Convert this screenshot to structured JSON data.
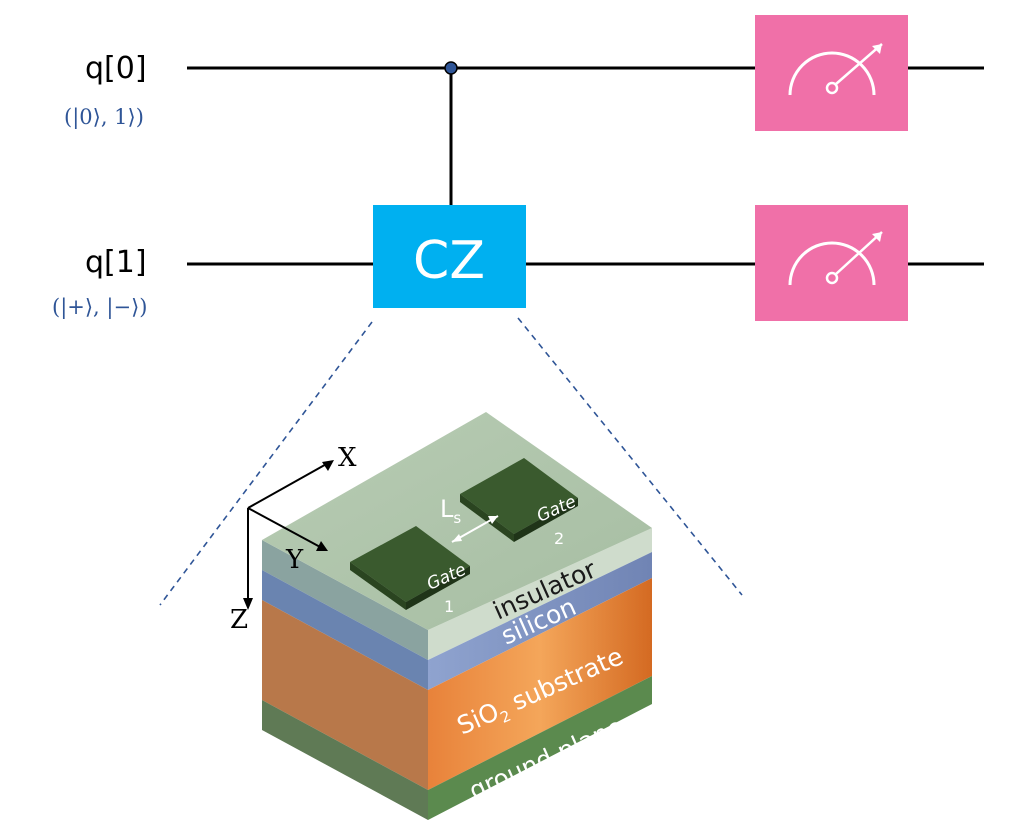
{
  "circuit": {
    "qubits": [
      {
        "label": "q[0]",
        "basis": "(|0⟩, 1⟩)"
      },
      {
        "label": "q[1]",
        "basis": "(|+⟩, |−⟩)"
      }
    ],
    "gate": {
      "label": "CZ",
      "color": "#00b0f0"
    },
    "measurement_color": "#f070a8",
    "wire_color": "#000000",
    "control_dot_color": "#2f5597",
    "zoom_line_color": "#2f5597"
  },
  "device": {
    "axes": {
      "x": "X",
      "y": "Y",
      "z": "Z"
    },
    "gates": [
      {
        "label": "Gate",
        "number": "1"
      },
      {
        "label": "Gate",
        "number": "2"
      }
    ],
    "separation": {
      "symbol": "L",
      "subscript": "s"
    },
    "layers": [
      {
        "label": "insulator",
        "color": "#c5d6c3"
      },
      {
        "label": "silicon",
        "color": "#6f87b8"
      },
      {
        "label": "SiO",
        "subscript": "2",
        "suffix": " substrate",
        "color": "#e07a2e"
      },
      {
        "label": "ground plane",
        "color": "#4e7a48"
      }
    ],
    "gate_pad_color": "#2a4a22"
  }
}
